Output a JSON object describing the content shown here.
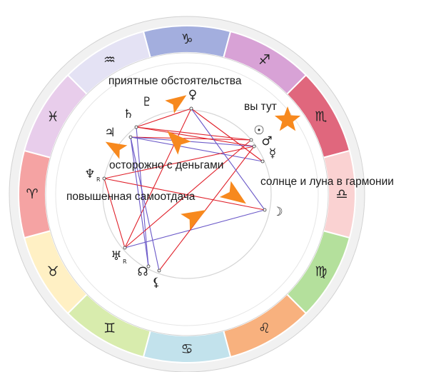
{
  "zodiac": [
    {
      "name": "capricorn",
      "glyph": "♑",
      "color": "#a3aede"
    },
    {
      "name": "sagittarius",
      "glyph": "♐",
      "color": "#d8a2d6"
    },
    {
      "name": "scorpio",
      "glyph": "♏",
      "color": "#e0677d"
    },
    {
      "name": "libra",
      "glyph": "♎",
      "color": "#fad2d2"
    },
    {
      "name": "virgo",
      "glyph": "♍",
      "color": "#b4e09c"
    },
    {
      "name": "leo",
      "glyph": "♌",
      "color": "#f8b17e"
    },
    {
      "name": "cancer",
      "glyph": "♋",
      "color": "#c2e2ec"
    },
    {
      "name": "gemini",
      "glyph": "♊",
      "color": "#d8ecad"
    },
    {
      "name": "taurus",
      "glyph": "♉",
      "color": "#fff0c4"
    },
    {
      "name": "aries",
      "glyph": "♈",
      "color": "#f5a3a3"
    },
    {
      "name": "pisces",
      "glyph": "♓",
      "color": "#e8cdeb"
    },
    {
      "name": "aquarius",
      "glyph": "♒",
      "color": "#e4e2f4"
    }
  ],
  "planets": {
    "venus": {
      "glyph": "♀",
      "retro": ""
    },
    "pluto": {
      "glyph": "♇",
      "retro": ""
    },
    "saturn": {
      "glyph": "♄",
      "retro": ""
    },
    "jupiter": {
      "glyph": "♃",
      "retro": ""
    },
    "neptune": {
      "glyph": "♆",
      "retro": "R"
    },
    "sun": {
      "glyph": "☉",
      "retro": ""
    },
    "mars": {
      "glyph": "♂",
      "retro": ""
    },
    "mercury": {
      "glyph": "☿",
      "retro": ""
    },
    "moon": {
      "glyph": "☽",
      "retro": ""
    },
    "uranus": {
      "glyph": "♅",
      "retro": "R"
    },
    "node": {
      "glyph": "☊",
      "retro": ""
    },
    "lilith": {
      "glyph": "⚸",
      "retro": ""
    }
  },
  "aspect_colors": {
    "tension": "#e0202a",
    "harmony": "#6a58c8"
  },
  "annotations": {
    "pleasant": "приятные обстоятельства",
    "you_are_here": "вы тут",
    "money": "осторожно с деньгами",
    "sun_moon": "солнце и луна в гармонии",
    "dedication": "повышенная самоотдача"
  },
  "marker_color": "#f7891e"
}
